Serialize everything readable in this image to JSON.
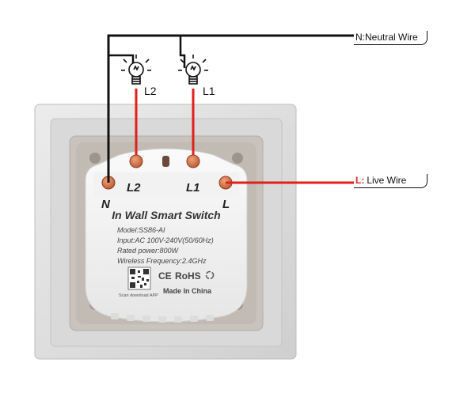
{
  "wiring": {
    "neutral_label": "N:Neutral Wire",
    "live_prefix": "L:",
    "live_label": "Live Wire",
    "lamp_left_label": "L2",
    "lamp_right_label": "L1"
  },
  "module": {
    "terminal_n": "N",
    "terminal_l2": "L2",
    "terminal_l1": "L1",
    "terminal_l": "L",
    "title": "In Wall Smart Switch",
    "model": "Model:SS86-AI",
    "input": "Input:AC 100V-240V(50/60Hz)",
    "rated_power": "Rated power:800W",
    "wireless": "Wireless Frequency:2.4GHz",
    "ce_mark": "CE",
    "rohs": "RoHS",
    "qr_caption": "Scan download APP",
    "made_in": "Made In China"
  },
  "colors": {
    "live_wire": "#e0201c",
    "neutral_wire": "#111111",
    "terminal": "#c9653c"
  }
}
